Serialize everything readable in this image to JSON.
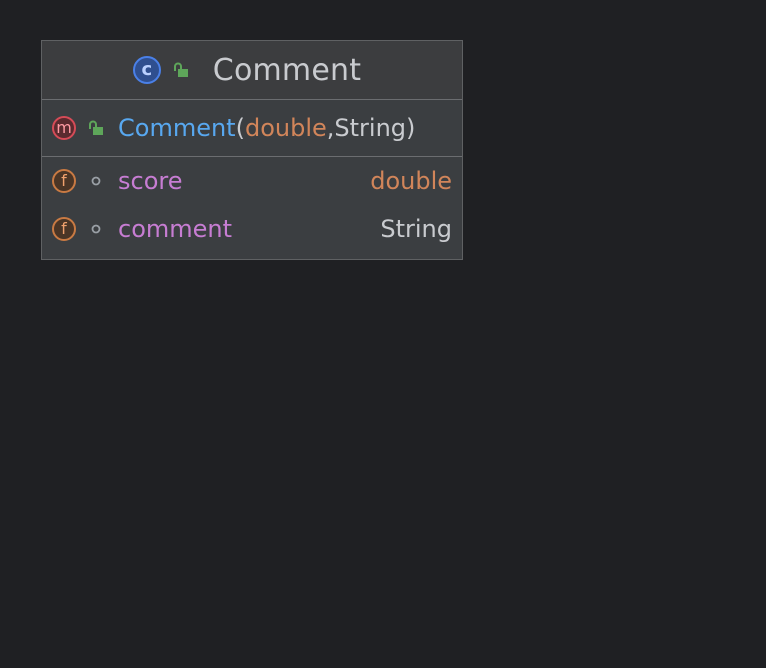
{
  "class": {
    "title": "Comment",
    "kind_icon": "class-icon",
    "visibility_icon": "public-lock-icon"
  },
  "constructors": [
    {
      "name": "Comment",
      "open_paren": "(",
      "param1": "double",
      "sep": ", ",
      "param2": "String",
      "close_paren": ")",
      "badge": "m",
      "visibility_icon": "public-lock-icon"
    }
  ],
  "fields": [
    {
      "badge": "f",
      "name": "score",
      "type": "double",
      "visibility_icon": "package-private-dot-icon"
    },
    {
      "badge": "f",
      "name": "comment",
      "type": "String",
      "visibility_icon": "package-private-dot-icon"
    }
  ],
  "colors": {
    "background": "#1f2023",
    "class_body": "#3b3e41",
    "constructor_name": "#58a8f0",
    "field_name": "#c77dd3",
    "primitive_type": "#d1855a",
    "reference_type": "#c9cbcf"
  }
}
